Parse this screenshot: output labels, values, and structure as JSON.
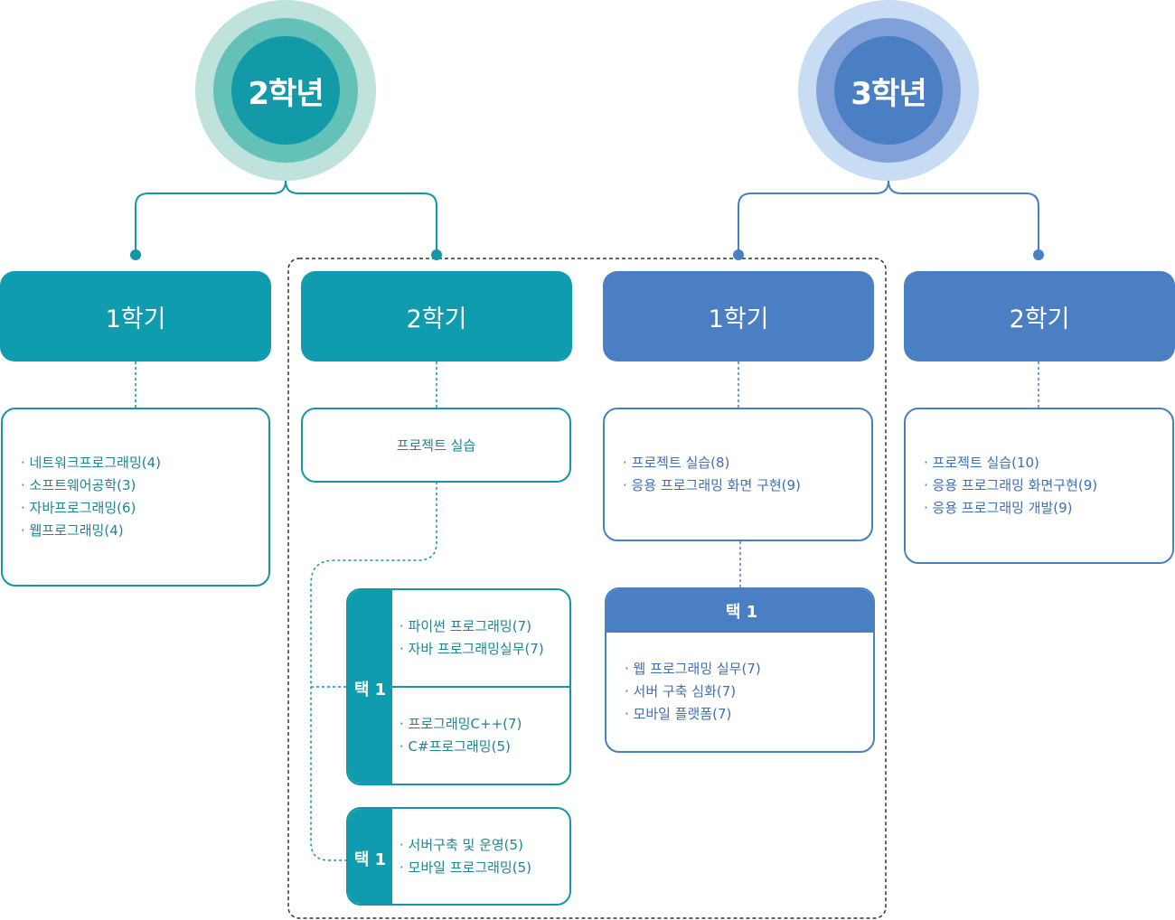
{
  "colors": {
    "teal": "#0f9caf",
    "blue": "#4a7fc4"
  },
  "year2": {
    "title": "2학년",
    "sem1": {
      "title": "1학기",
      "courses": [
        "네트워크프로그래밍(4)",
        "소프트웨어공학(3)",
        "자바프로그래밍(6)",
        "웹프로그래밍(4)"
      ]
    },
    "sem2": {
      "title": "2학기",
      "course": "프로젝트 실습",
      "elective_a": {
        "tag": "택 1",
        "group1": [
          "파이썬 프로그래밍(7)",
          "자바 프로그래밍실무(7)"
        ],
        "group2": [
          "프로그래밍C++(7)",
          "C#프로그래밍(5)"
        ]
      },
      "elective_b": {
        "tag": "택 1",
        "courses": [
          "서버구축 및 운영(5)",
          "모바일 프로그래밍(5)"
        ]
      }
    }
  },
  "year3": {
    "title": "3학년",
    "sem1": {
      "title": "1학기",
      "courses": [
        "프로젝트 실습(8)",
        "응용 프로그래밍 화면 구현(9)"
      ],
      "elective": {
        "tag": "택 1",
        "courses": [
          "웹 프로그래밍 실무(7)",
          "서버 구축 심화(7)",
          "모바일 플랫폼(7)"
        ]
      }
    },
    "sem2": {
      "title": "2학기",
      "courses": [
        "프로젝트 실습(10)",
        "응용 프로그래밍 화면구현(9)",
        "응용 프로그래밍 개발(9)"
      ]
    }
  }
}
